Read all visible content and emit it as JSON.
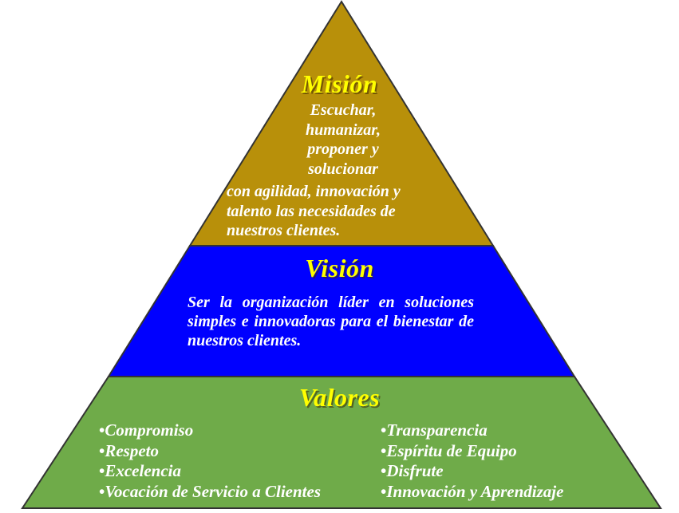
{
  "diagram": {
    "type": "pyramid",
    "title_colors": {
      "title_text": "#FFFF00",
      "body_text": "#FFFFFF",
      "outline": "#333333",
      "background": "#FFFFFF"
    },
    "bands": [
      {
        "id": "mision",
        "title": "Misión",
        "fill_color": "#B8900A",
        "body_lines_centered": [
          "Escuchar,",
          "humanizar,",
          "proponer y",
          "solucionar"
        ],
        "body_lines_left": [
          "con agilidad, innovación y",
          "talento las necesidades de",
          "nuestros clientes."
        ]
      },
      {
        "id": "vision",
        "title": "Visión",
        "fill_color": "#0000FF",
        "body_text": "Ser la organización líder en soluciones simples e innovadoras para el bienestar de nuestros clientes."
      },
      {
        "id": "valores",
        "title": "Valores",
        "fill_color": "#6FAB49",
        "bullet_glyph": "•",
        "columns": [
          {
            "id": "left",
            "items": [
              "Compromiso",
              "Respeto",
              "Excelencia",
              "Vocación de Servicio a Clientes"
            ]
          },
          {
            "id": "right",
            "items": [
              "Transparencia",
              "Espíritu de Equipo",
              "Disfrute",
              "Innovación y Aprendizaje"
            ]
          }
        ]
      }
    ]
  }
}
